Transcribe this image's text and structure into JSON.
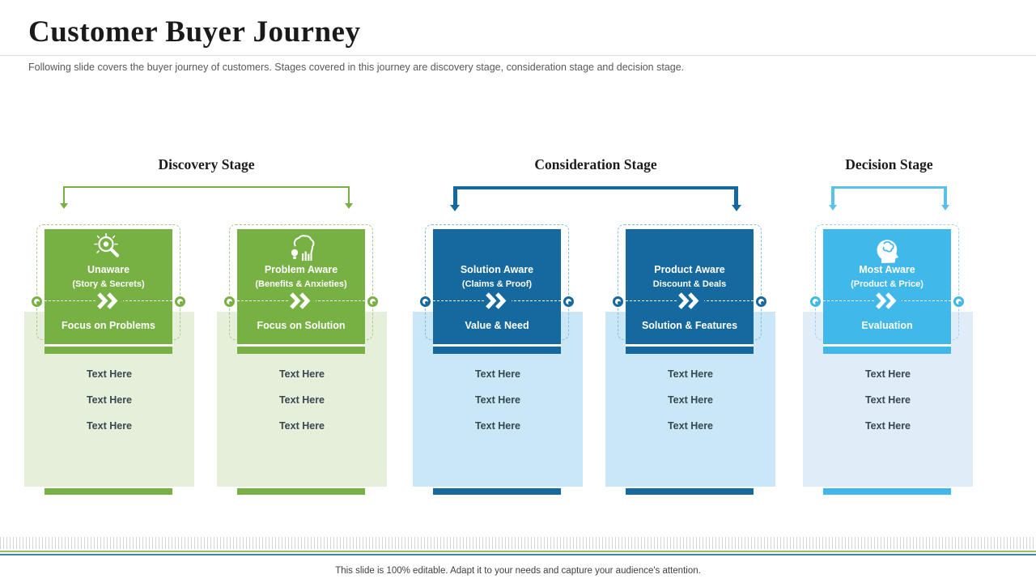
{
  "slide": {
    "title": "Customer Buyer Journey",
    "subtitle": "Following slide covers the buyer journey of customers. Stages covered in this journey are discovery stage, consideration stage and decision stage.",
    "footer": "This slide is 100% editable. Adapt it to your needs and capture your audience's attention."
  },
  "stages": [
    {
      "label": "Discovery Stage",
      "color": "#77b043",
      "spans_columns": [
        0,
        1
      ]
    },
    {
      "label": "Consideration Stage",
      "color": "#16699e",
      "spans_columns": [
        2,
        3
      ]
    },
    {
      "label": "Decision Stage",
      "color": "#5bc1ec",
      "spans_columns": [
        4
      ]
    }
  ],
  "columns": [
    {
      "icon": "search-icon",
      "title": "Unaware",
      "subtitle": "(Story & Secrets)",
      "band": "Focus on Problems",
      "items": [
        "Text Here",
        "Text Here",
        "Text Here"
      ],
      "colors": {
        "card": "#77b043",
        "panel": "#e5efda"
      }
    },
    {
      "icon": "idea-head-icon",
      "title": "Problem Aware",
      "subtitle": "(Benefits & Anxieties)",
      "band": "Focus on Solution",
      "items": [
        "Text Here",
        "Text Here",
        "Text Here"
      ],
      "colors": {
        "card": "#77b043",
        "panel": "#e5efda"
      }
    },
    {
      "icon": "",
      "title": "Solution Aware",
      "subtitle": "(Claims & Proof)",
      "band": "Value & Need",
      "items": [
        "Text Here",
        "Text Here",
        "Text Here"
      ],
      "colors": {
        "card": "#16699e",
        "panel": "#c9e7f7"
      }
    },
    {
      "icon": "",
      "title": "Product Aware",
      "subtitle": "Discount & Deals",
      "band": "Solution & Features",
      "items": [
        "Text Here",
        "Text Here",
        "Text Here"
      ],
      "colors": {
        "card": "#16699e",
        "panel": "#c9e7f7"
      }
    },
    {
      "icon": "brain-head-icon",
      "title": "Most Aware",
      "subtitle": "(Product & Price)",
      "band": "Evaluation",
      "items": [
        "Text Here",
        "Text Here",
        "Text Here"
      ],
      "colors": {
        "card": "#41b8ea",
        "panel": "#e0edf8"
      }
    }
  ]
}
